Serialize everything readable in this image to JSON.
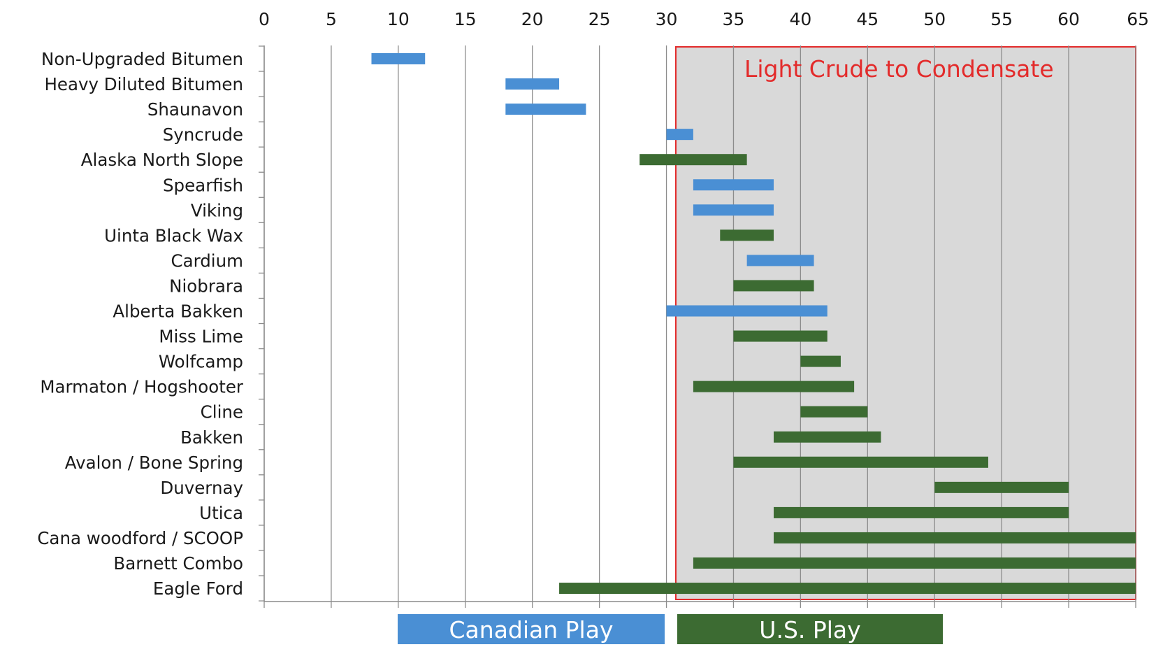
{
  "chart_data": {
    "type": "bar",
    "subtype": "floating-range",
    "x_ticks": [
      0,
      5,
      10,
      15,
      20,
      25,
      30,
      35,
      40,
      45,
      50,
      55,
      60,
      65
    ],
    "xlim": [
      0,
      65
    ],
    "xlabel": "",
    "ylabel": "",
    "grid": "vertical",
    "highlight_region": {
      "label": "Light Crude to Condensate",
      "x_start": 30.7,
      "x_end": 65,
      "fill": "#d9d9d9",
      "border": "#e32b2b",
      "label_color": "#e32b2b"
    },
    "legend": {
      "placement": "bottom-center",
      "entries": [
        {
          "name": "Canadian Play",
          "color": "#4a8fd4"
        },
        {
          "name": "U.S. Play",
          "color": "#3c6b32"
        }
      ]
    },
    "categories": [
      "Non-Upgraded Bitumen",
      "Heavy Diluted Bitumen",
      "Shaunavon",
      "Syncrude",
      "Alaska North Slope",
      "Spearfish",
      "Viking",
      "Uinta Black Wax",
      "Cardium",
      "Niobrara",
      "Alberta Bakken",
      "Miss Lime",
      "Wolfcamp",
      "Marmaton / Hogshooter",
      "Cline",
      "Bakken",
      "Avalon / Bone Spring",
      "Duvernay",
      "Utica",
      "Cana woodford / SCOOP",
      "Barnett Combo",
      "Eagle Ford"
    ],
    "ranges": [
      {
        "min": 8,
        "max": 12,
        "series": "Canadian Play"
      },
      {
        "min": 18,
        "max": 22,
        "series": "Canadian Play"
      },
      {
        "min": 18,
        "max": 24,
        "series": "Canadian Play"
      },
      {
        "min": 30,
        "max": 32,
        "series": "Canadian Play"
      },
      {
        "min": 28,
        "max": 36,
        "series": "U.S. Play"
      },
      {
        "min": 32,
        "max": 38,
        "series": "Canadian Play"
      },
      {
        "min": 32,
        "max": 38,
        "series": "Canadian Play"
      },
      {
        "min": 34,
        "max": 38,
        "series": "U.S. Play"
      },
      {
        "min": 36,
        "max": 41,
        "series": "Canadian Play"
      },
      {
        "min": 35,
        "max": 41,
        "series": "U.S. Play"
      },
      {
        "min": 30,
        "max": 42,
        "series": "Canadian Play"
      },
      {
        "min": 35,
        "max": 42,
        "series": "U.S. Play"
      },
      {
        "min": 40,
        "max": 43,
        "series": "U.S. Play"
      },
      {
        "min": 32,
        "max": 44,
        "series": "U.S. Play"
      },
      {
        "min": 40,
        "max": 45,
        "series": "U.S. Play"
      },
      {
        "min": 38,
        "max": 46,
        "series": "U.S. Play"
      },
      {
        "min": 35,
        "max": 54,
        "series": "U.S. Play"
      },
      {
        "min": 50,
        "max": 60,
        "series": "U.S. Play"
      },
      {
        "min": 38,
        "max": 60,
        "series": "U.S. Play"
      },
      {
        "min": 38,
        "max": 65,
        "series": "U.S. Play"
      },
      {
        "min": 32,
        "max": 65,
        "series": "U.S. Play"
      },
      {
        "min": 22,
        "max": 65,
        "series": "U.S. Play"
      }
    ]
  }
}
